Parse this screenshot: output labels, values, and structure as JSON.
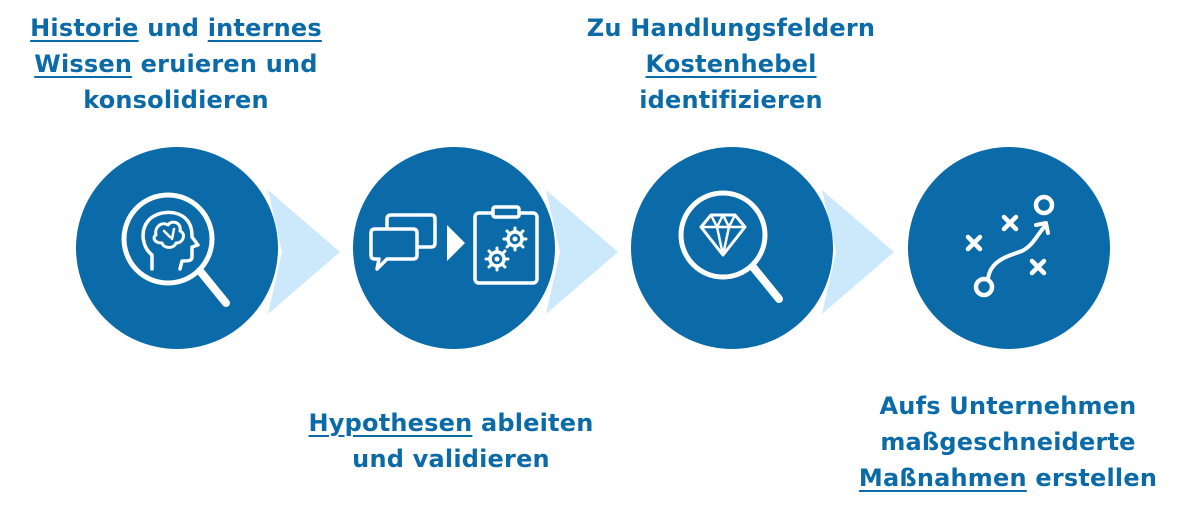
{
  "colors": {
    "primary": "#0b6aa8",
    "chevron": "#cce9fb",
    "icon": "#ffffff",
    "background": "#ffffff"
  },
  "steps": [
    {
      "icon": "magnifier-brain-icon",
      "caption": [
        [
          {
            "t": "Historie",
            "u": true
          },
          {
            "t": " und ",
            "u": false
          },
          {
            "t": "internes",
            "u": true
          }
        ],
        [
          {
            "t": "Wissen",
            "u": true
          },
          {
            "t": " eruieren und",
            "u": false
          }
        ],
        [
          {
            "t": "konsolidieren",
            "u": false
          }
        ]
      ]
    },
    {
      "icon": "chat-to-clipboard-gears-icon",
      "caption": [
        [
          {
            "t": "Hypothesen",
            "u": true
          },
          {
            "t": " ableiten",
            "u": false
          }
        ],
        [
          {
            "t": "und validieren",
            "u": false
          }
        ]
      ]
    },
    {
      "icon": "magnifier-diamond-icon",
      "caption": [
        [
          {
            "t": "Zu Handlungsfeldern",
            "u": false
          }
        ],
        [
          {
            "t": "Kostenhebel",
            "u": true
          }
        ],
        [
          {
            "t": "identifizieren",
            "u": false
          }
        ]
      ]
    },
    {
      "icon": "strategy-path-icon",
      "caption": [
        [
          {
            "t": "Aufs Unternehmen",
            "u": false
          }
        ],
        [
          {
            "t": "maßgeschneiderte",
            "u": false
          }
        ],
        [
          {
            "t": "Maßnahmen",
            "u": true
          },
          {
            "t": " erstellen",
            "u": false
          }
        ]
      ]
    }
  ]
}
